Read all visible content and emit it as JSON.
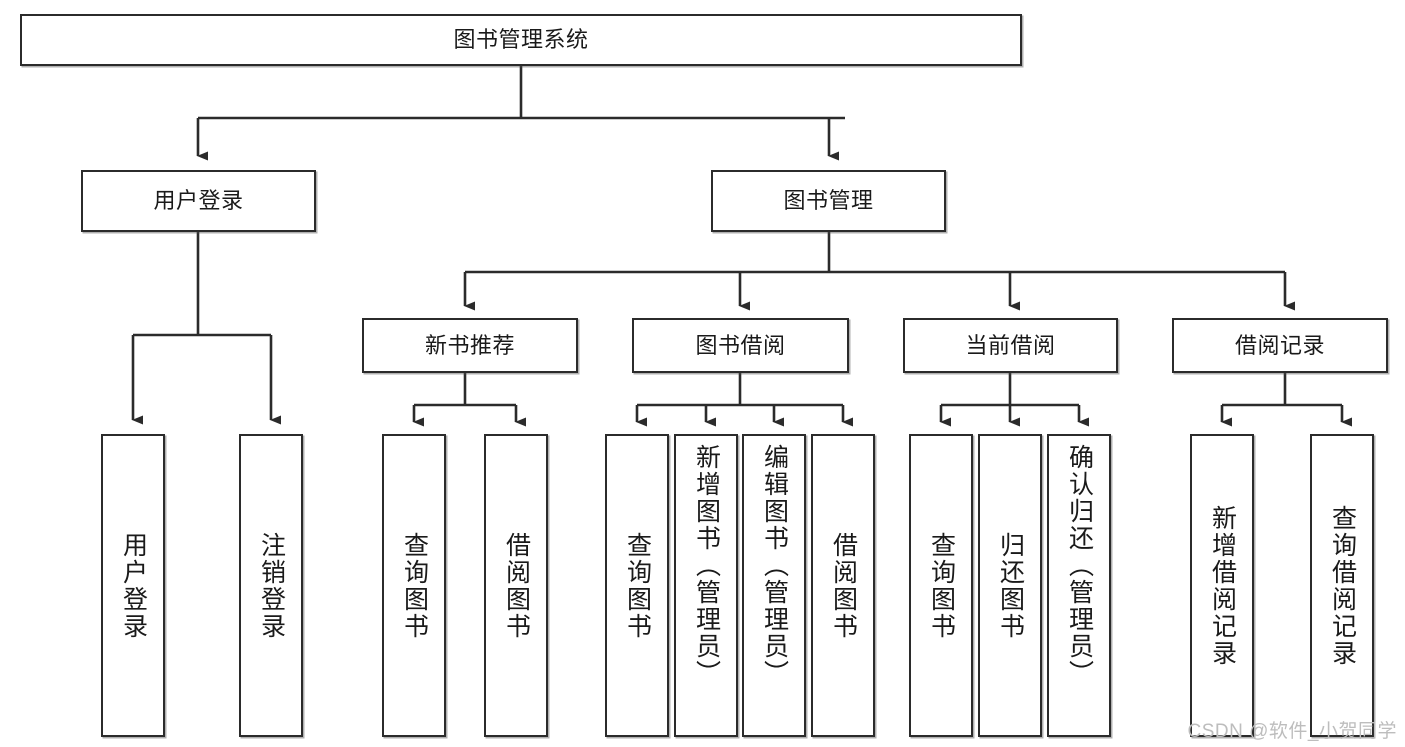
{
  "diagram": {
    "type": "tree-hierarchy",
    "title": "图书管理系统",
    "colors": {
      "box_border": "#2b2b2b",
      "box_fill": "#ffffff",
      "connector": "#2b2b2b",
      "watermark": "#bdbdbd"
    },
    "root": {
      "id": "root",
      "label": "图书管理系统",
      "level": 1
    },
    "level2": [
      {
        "id": "user-login",
        "label": "用户登录"
      },
      {
        "id": "book-management",
        "label": "图书管理"
      }
    ],
    "level3": [
      {
        "id": "new-book-recommend",
        "label": "新书推荐",
        "parent": "book-management"
      },
      {
        "id": "book-borrow",
        "label": "图书借阅",
        "parent": "book-management"
      },
      {
        "id": "current-borrow",
        "label": "当前借阅",
        "parent": "book-management"
      },
      {
        "id": "borrow-record",
        "label": "借阅记录",
        "parent": "book-management"
      }
    ],
    "leaves": [
      {
        "id": "leaf-user-login",
        "label": "用户登录",
        "parent": "user-login",
        "align": "center"
      },
      {
        "id": "leaf-user-logout",
        "label": "注销登录",
        "parent": "user-login",
        "align": "center"
      },
      {
        "id": "leaf-query-book-1",
        "label": "查询图书",
        "parent": "new-book-recommend",
        "align": "center"
      },
      {
        "id": "leaf-borrow-book-1",
        "label": "借阅图书",
        "parent": "new-book-recommend",
        "align": "center"
      },
      {
        "id": "leaf-query-book-2",
        "label": "查询图书",
        "parent": "book-borrow",
        "align": "center"
      },
      {
        "id": "leaf-add-book",
        "label": "新增图书（管理员）",
        "parent": "book-borrow",
        "align": "top"
      },
      {
        "id": "leaf-edit-book",
        "label": "编辑图书（管理员）",
        "parent": "book-borrow",
        "align": "top"
      },
      {
        "id": "leaf-borrow-book-2",
        "label": "借阅图书",
        "parent": "book-borrow",
        "align": "center"
      },
      {
        "id": "leaf-query-book-3",
        "label": "查询图书",
        "parent": "current-borrow",
        "align": "center"
      },
      {
        "id": "leaf-return-book",
        "label": "归还图书",
        "parent": "current-borrow",
        "align": "center"
      },
      {
        "id": "leaf-confirm-return",
        "label": "确认归还（管理员）",
        "parent": "current-borrow",
        "align": "top"
      },
      {
        "id": "leaf-add-record",
        "label": "新增借阅记录",
        "parent": "borrow-record",
        "align": "center"
      },
      {
        "id": "leaf-query-record",
        "label": "查询借阅记录",
        "parent": "borrow-record",
        "align": "center"
      }
    ]
  },
  "watermark": {
    "text": "CSDN @软件_小贺同学"
  }
}
